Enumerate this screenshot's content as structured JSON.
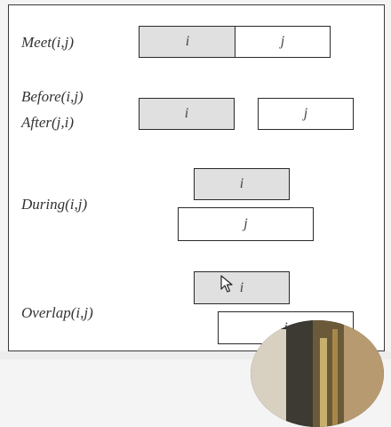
{
  "relations": {
    "meet": {
      "label": "Meet(i,j)",
      "a": "i",
      "b": "j"
    },
    "before_after": {
      "label1": "Before(i,j)",
      "label2": "After(j,i)",
      "a": "i",
      "b": "j"
    },
    "during": {
      "label": "During(i,j)",
      "a": "i",
      "b": "j"
    },
    "overlap": {
      "label": "Overlap(i,j)",
      "a": "i",
      "b": "j"
    }
  },
  "colors": {
    "shaded": "#e0e0e0",
    "border": "#2a2a2a",
    "text": "#333333"
  },
  "icons": {
    "cursor": "mouse-pointer-icon"
  }
}
